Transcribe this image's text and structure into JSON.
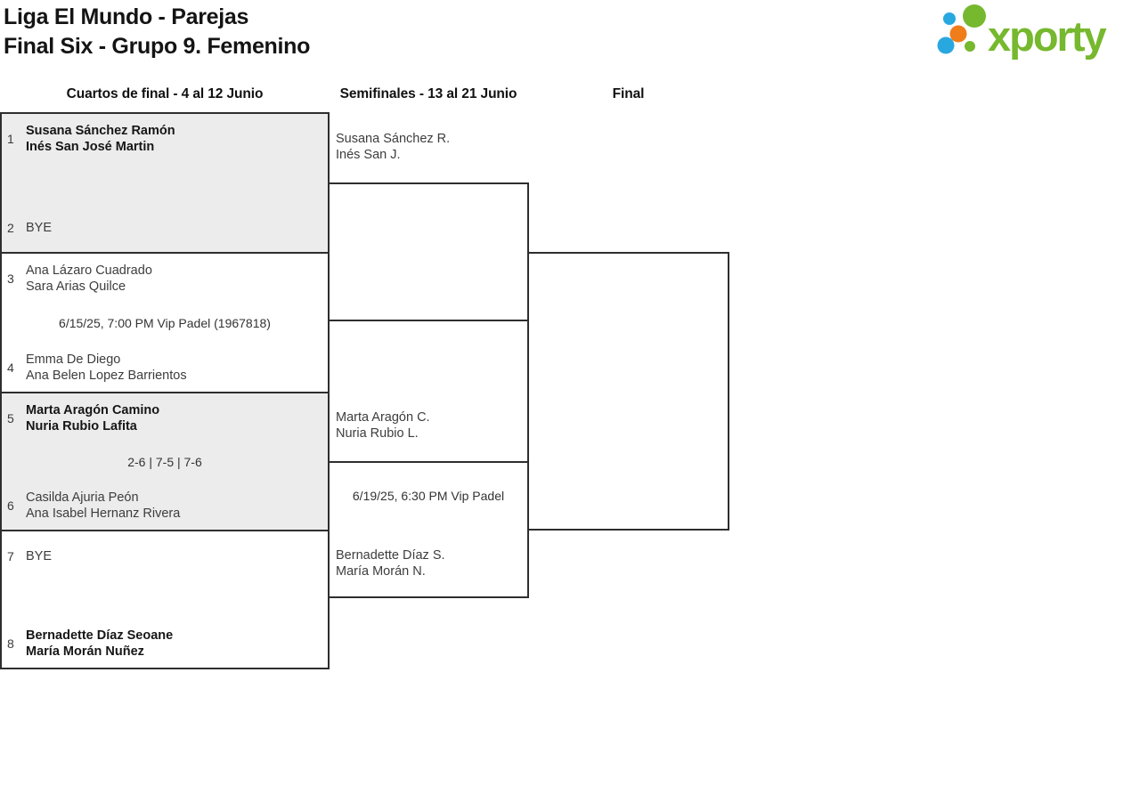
{
  "header": {
    "title_line1": "Liga El Mundo - Parejas",
    "title_line2": "Final Six - Grupo 9. Femenino"
  },
  "logo": {
    "brand": "xporty",
    "colors": {
      "green": "#76b82e",
      "blue": "#29a8e0",
      "orange": "#ef7d1a"
    }
  },
  "round_headers": {
    "quarterfinals": "Cuartos de final - 4 al 12 Junio",
    "semifinals": "Semifinales - 13 al 21 Junio",
    "final": "Final"
  },
  "bracket": {
    "quarterfinals": [
      {
        "shaded": true,
        "center_text": "",
        "top": {
          "seed": "1",
          "names": [
            "Susana Sánchez Ramón",
            "Inés San José Martin"
          ],
          "bold": true
        },
        "bottom": {
          "seed": "2",
          "names": [
            "BYE"
          ],
          "bold": false
        }
      },
      {
        "shaded": false,
        "center_text": "6/15/25, 7:00 PM Vip Padel (1967818)",
        "top": {
          "seed": "3",
          "names": [
            "Ana Lázaro Cuadrado",
            "Sara Arias Quilce"
          ],
          "bold": false
        },
        "bottom": {
          "seed": "4",
          "names": [
            "Emma De Diego",
            "Ana Belen Lopez Barrientos"
          ],
          "bold": false
        }
      },
      {
        "shaded": true,
        "center_text": "2-6 | 7-5 | 7-6",
        "top": {
          "seed": "5",
          "names": [
            "Marta Aragón Camino",
            "Nuria Rubio Lafita"
          ],
          "bold": true
        },
        "bottom": {
          "seed": "6",
          "names": [
            "Casilda Ajuria Peón",
            "Ana Isabel Hernanz Rivera"
          ],
          "bold": false
        }
      },
      {
        "shaded": false,
        "center_text": "",
        "top": {
          "seed": "7",
          "names": [
            "BYE"
          ],
          "bold": false
        },
        "bottom": {
          "seed": "8",
          "names": [
            "Bernadette Díaz Seoane",
            "María Morán Nuñez"
          ],
          "bold": true
        }
      }
    ],
    "semifinals": [
      {
        "top_team": [
          "Susana Sánchez R.",
          "Inés San J."
        ],
        "center_text": "",
        "bottom_team": [
          "",
          ""
        ]
      },
      {
        "top_team": [
          "Marta Aragón C.",
          "Nuria Rubio L."
        ],
        "center_text": "6/19/25, 6:30 PM Vip Padel",
        "bottom_team": [
          "Bernadette Díaz S.",
          "María Morán N."
        ]
      }
    ]
  }
}
